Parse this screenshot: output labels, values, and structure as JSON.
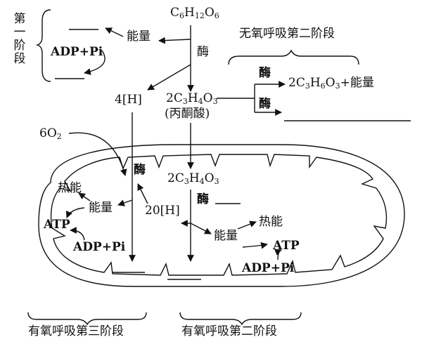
{
  "colors": {
    "line": "#111111",
    "text": "#111111",
    "background": "#ffffff"
  },
  "top": {
    "glucose": {
      "pre": "C",
      "s1": "6",
      "m1": "H",
      "s2": "12",
      "m2": "O",
      "s3": "6"
    },
    "enzyme": "酶",
    "energy": "能量",
    "adp_pi": "ADP+Pi",
    "stage1_label": "第一阶段",
    "nadh": "4[H]",
    "pyruvate": {
      "coef": "2C",
      "s1": "3",
      "m1": "H",
      "s2": "4",
      "m2": "O",
      "s3": "3"
    },
    "pyruvate_name": "(丙酮酸)"
  },
  "anaerobic": {
    "title": "无氧呼吸第二阶段",
    "enzyme_a": "酶",
    "product_a": {
      "coef": "2C",
      "s1": "3",
      "m1": "H",
      "s2": "6",
      "m2": "O",
      "s3": "3",
      "tail": "+能量"
    },
    "enzyme_b": "酶"
  },
  "mito": {
    "oxygen": {
      "coef": "6O",
      "s1": "2"
    },
    "enzyme_left": "酶",
    "heat_left": "热能",
    "energy_left": "能量",
    "atp_left": "ATP",
    "adp_left": "ADP+Pi",
    "nadh20": "20[H]",
    "pyruvate": {
      "coef": "2C",
      "s1": "3",
      "m1": "H",
      "s2": "4",
      "m2": "O",
      "s3": "3"
    },
    "enzyme_right": "酶",
    "energy_right": "能量",
    "heat_right": "热能",
    "atp_right": "ATP",
    "adp_right": "ADP+Pi"
  },
  "bottom": {
    "stage3_label": "有氧呼吸第三阶段",
    "stage2_label": "有氧呼吸第二阶段"
  }
}
